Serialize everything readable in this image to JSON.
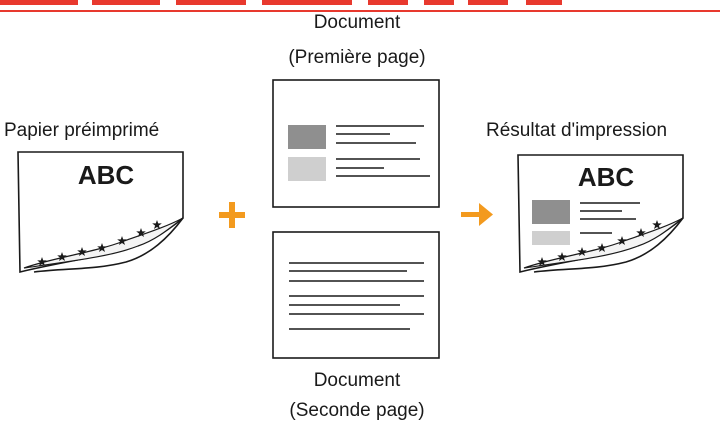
{
  "diagram": {
    "preprinted_paper": {
      "label": "Papier préimprimé",
      "logo_text": "ABC"
    },
    "document_first": {
      "line1": "Document",
      "line2": "(Première page)"
    },
    "document_second": {
      "line1": "Document",
      "line2": "(Seconde page)"
    },
    "result": {
      "label": "Résultat d'impression",
      "logo_text": "ABC"
    },
    "colors": {
      "accent": "#f39a1e",
      "heading_rule": "#e8392e",
      "ink": "#1a1a1a"
    },
    "symbols": {
      "plus": "plus",
      "arrow": "arrow-right"
    }
  }
}
